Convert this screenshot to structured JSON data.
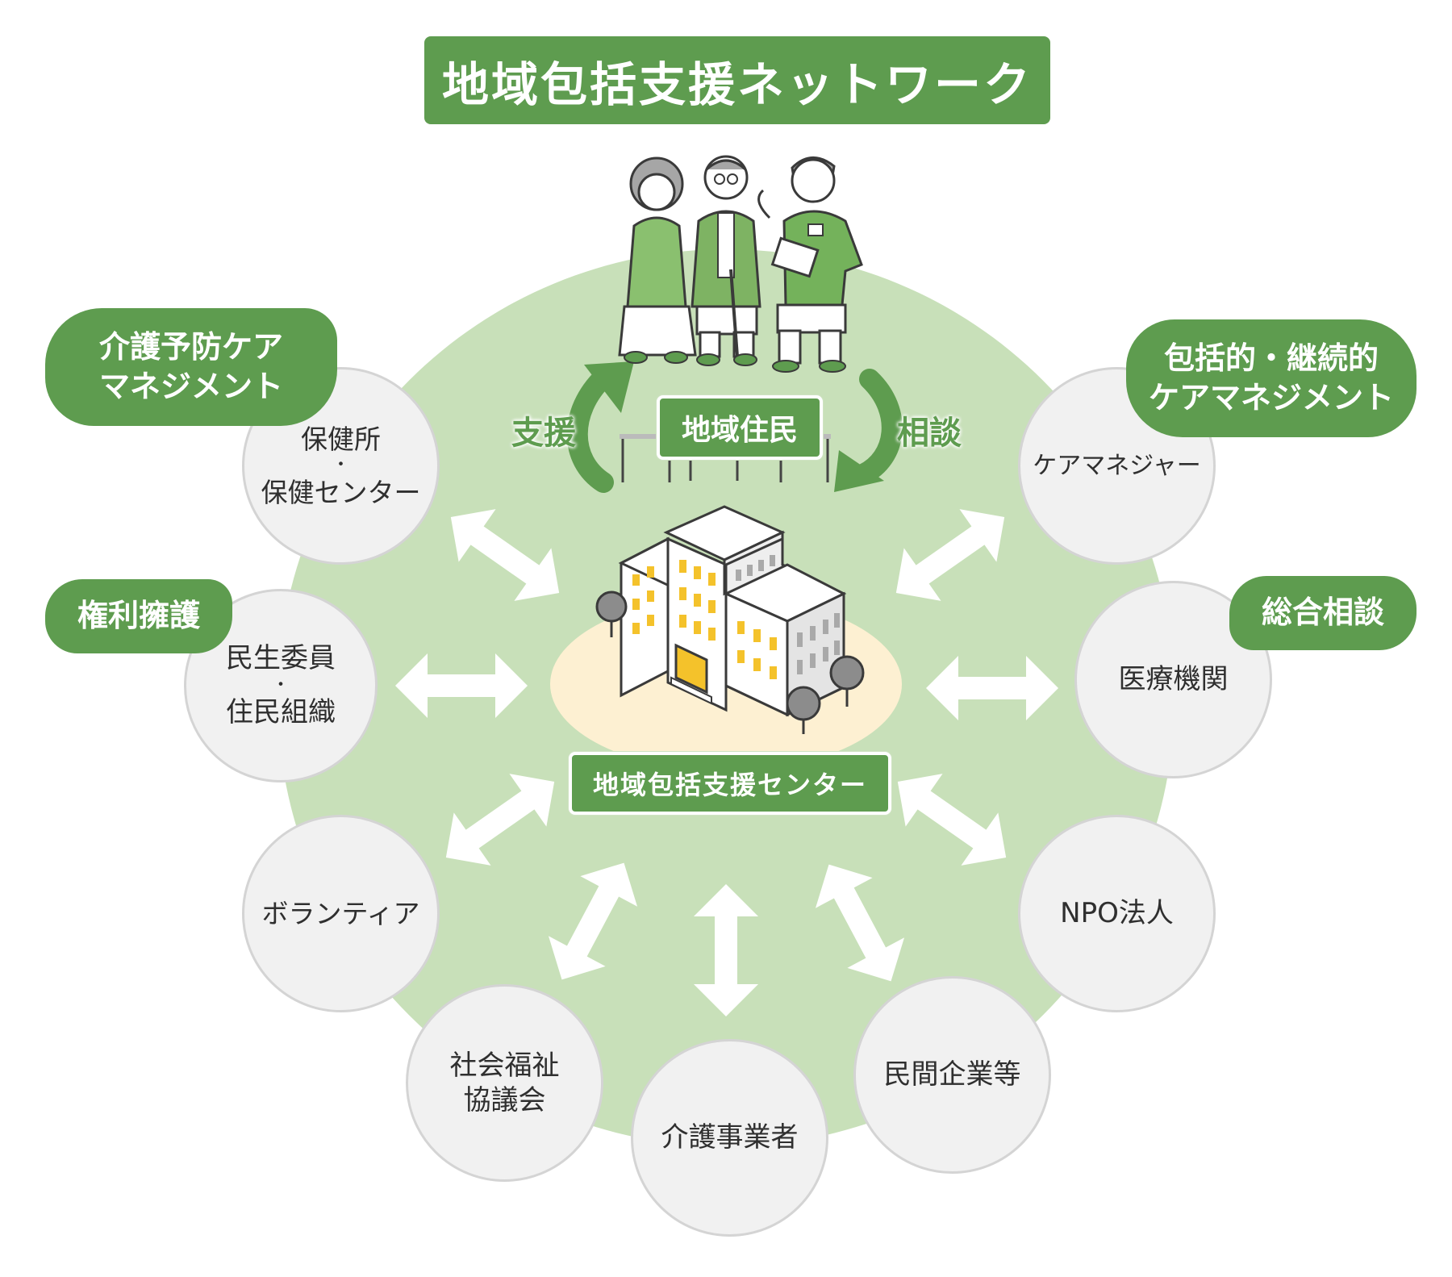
{
  "title": "地域包括支援ネットワーク",
  "center": {
    "label": "地域包括支援センター"
  },
  "residents": {
    "label": "地域住民",
    "support_label": "支援",
    "consult_label": "相談"
  },
  "functions": {
    "care_prevention": [
      "介護予防ケア",
      "マネジメント"
    ],
    "rights_advocacy": "権利擁護",
    "comprehensive_care": [
      "包括的・継続的",
      "ケアマネジメント"
    ],
    "general_consultation": "総合相談"
  },
  "nodes": {
    "health_center": [
      "保健所",
      "・",
      "保健センター"
    ],
    "welfare_commissioner": [
      "民生委員",
      "・",
      "住民組織"
    ],
    "volunteer": [
      "ボランティア"
    ],
    "social_welfare_council": [
      "社会福祉",
      "協議会"
    ],
    "care_provider": [
      "介護事業者"
    ],
    "private_company": [
      "民間企業等"
    ],
    "npo": [
      "NPO法人"
    ],
    "medical": [
      "医療機関"
    ],
    "care_manager": [
      "ケアマネジャー"
    ]
  },
  "colors": {
    "accent": "#5e9c4f",
    "network_fill": "#c8e0b9",
    "node_fill": "#f1f1f1",
    "node_border": "#d4d4d4",
    "base_fill": "#fdf0d2",
    "window": "#f4c22b"
  }
}
